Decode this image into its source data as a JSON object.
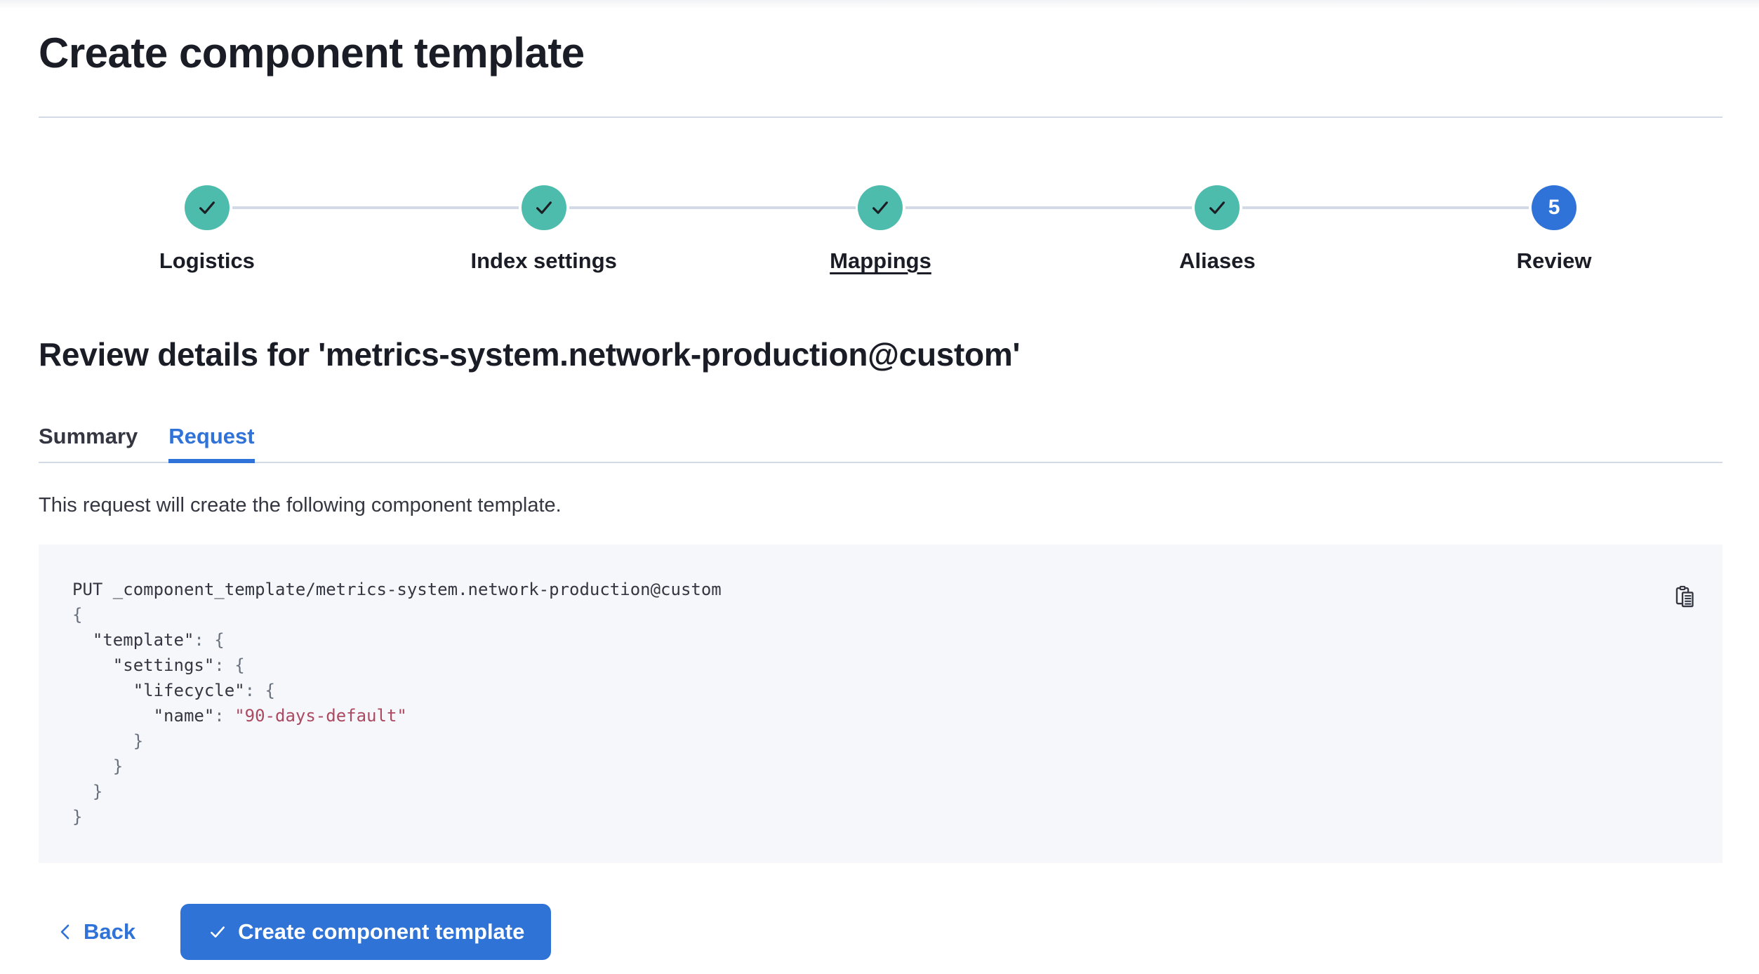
{
  "page": {
    "title": "Create component template"
  },
  "colors": {
    "primary_blue": "#2f72d8",
    "success_teal": "#4ebcac",
    "rule_gray": "#d3dae6",
    "heading_text": "#1a1d26",
    "body_text": "#343741",
    "code_background": "#f5f7fa",
    "code_string": "#ac4a62"
  },
  "stepper": {
    "steps": [
      {
        "label": "Logistics",
        "status": "complete"
      },
      {
        "label": "Index settings",
        "status": "complete"
      },
      {
        "label": "Mappings",
        "status": "complete"
      },
      {
        "label": "Aliases",
        "status": "complete"
      },
      {
        "label": "Review",
        "status": "current",
        "number": "5"
      }
    ]
  },
  "review": {
    "heading": "Review details for 'metrics-system.network-production@custom'",
    "tabs": [
      {
        "label": "Summary",
        "active": false
      },
      {
        "label": "Request",
        "active": true
      }
    ],
    "description": "This request will create the following component template."
  },
  "code": {
    "lines": [
      [
        {
          "t": "PUT _component_template/metrics-system.network-production@custom",
          "c": "plain"
        }
      ],
      [
        {
          "t": "{",
          "c": "punct"
        }
      ],
      [
        {
          "t": "  ",
          "c": "plain"
        },
        {
          "t": "\"template\"",
          "c": "key"
        },
        {
          "t": ": {",
          "c": "punct"
        }
      ],
      [
        {
          "t": "    ",
          "c": "plain"
        },
        {
          "t": "\"settings\"",
          "c": "key"
        },
        {
          "t": ": {",
          "c": "punct"
        }
      ],
      [
        {
          "t": "      ",
          "c": "plain"
        },
        {
          "t": "\"lifecycle\"",
          "c": "key"
        },
        {
          "t": ": {",
          "c": "punct"
        }
      ],
      [
        {
          "t": "        ",
          "c": "plain"
        },
        {
          "t": "\"name\"",
          "c": "key"
        },
        {
          "t": ": ",
          "c": "punct"
        },
        {
          "t": "\"90-days-default\"",
          "c": "string"
        }
      ],
      [
        {
          "t": "      }",
          "c": "punct"
        }
      ],
      [
        {
          "t": "    }",
          "c": "punct"
        }
      ],
      [
        {
          "t": "  }",
          "c": "punct"
        }
      ],
      [
        {
          "t": "}",
          "c": "punct"
        }
      ]
    ]
  },
  "footer": {
    "back_label": "Back",
    "submit_label": "Create component template"
  }
}
